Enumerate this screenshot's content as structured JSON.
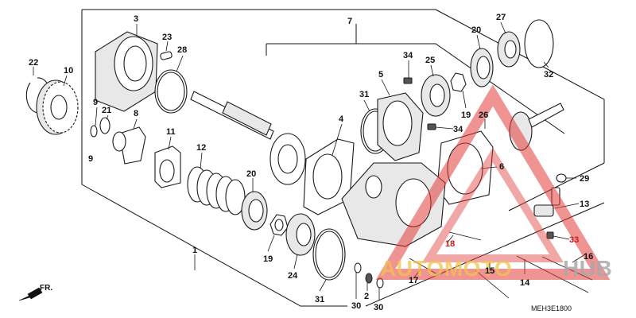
{
  "diagram_code": "MEH3E1800",
  "direction_label": "FR.",
  "watermark": {
    "text_left": "AUTOMOTO",
    "text_right": "HUB",
    "color_left": "#f2c14e",
    "color_right": "#a9a9a9",
    "triangle_color": "#e23b3b"
  },
  "callouts": {
    "n1": "1",
    "n2": "2",
    "n3": "3",
    "n4": "4",
    "n5": "5",
    "n6": "6",
    "n7": "7",
    "n8": "8",
    "n9a": "9",
    "n9b": "9",
    "n10": "10",
    "n11": "11",
    "n12": "12",
    "n13": "13",
    "n14": "14",
    "n15": "15",
    "n16": "16",
    "n17": "17",
    "n18": "18",
    "n19a": "19",
    "n19b": "19",
    "n20a": "20",
    "n20b": "20",
    "n21": "21",
    "n22": "22",
    "n23": "23",
    "n24": "24",
    "n25": "25",
    "n26": "26",
    "n27": "27",
    "n28": "28",
    "n29": "29",
    "n30a": "30",
    "n30b": "30",
    "n31a": "31",
    "n31b": "31",
    "n32": "32",
    "n33": "33",
    "n34a": "34",
    "n34b": "34"
  }
}
